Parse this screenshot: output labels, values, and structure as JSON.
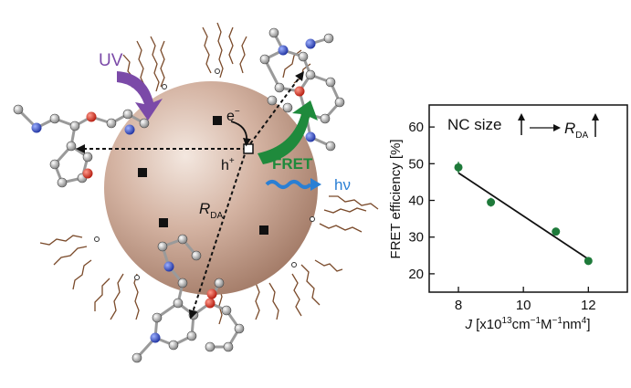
{
  "left_diagram": {
    "uv_label": "UV",
    "electron_label": "e",
    "electron_charge": "−",
    "hole_label": "h",
    "hole_charge": "+",
    "fret_label": "FRET",
    "emission_label": "hν",
    "distance_label": "R",
    "distance_sub": "DA",
    "colors": {
      "uv": "#7b4aa8",
      "fret": "#1f8a3c",
      "emission": "#2a7fd4",
      "nanocrystal": "#c8a592"
    }
  },
  "right_chart": {
    "annotation": {
      "lhs": "NC size",
      "rhs_main": "R",
      "rhs_sub": "DA"
    }
  },
  "chart_data": {
    "type": "scatter",
    "ylabel": "FRET efficiency [%]",
    "xlabel": {
      "var": "J",
      "text_a": " [x10",
      "exp1": "13",
      "text_b": "cm",
      "exp2": "−1",
      "text_c": "M",
      "exp3": "−1",
      "text_d": "nm",
      "exp4": "4",
      "text_e": "]"
    },
    "xlim": [
      7.1,
      13.2
    ],
    "ylim": [
      15,
      66
    ],
    "xticks": [
      8,
      10,
      12
    ],
    "yticks": [
      20,
      30,
      40,
      50,
      60
    ],
    "points": [
      {
        "x": 8.0,
        "y": 49,
        "err": 1.5
      },
      {
        "x": 9.0,
        "y": 39.5,
        "err": 1.2
      },
      {
        "x": 11.0,
        "y": 31.5,
        "err": 1.0
      },
      {
        "x": 12.0,
        "y": 23.5,
        "err": 0.8
      }
    ],
    "fit": [
      {
        "x": 8.0,
        "y": 47.5
      },
      {
        "x": 12.0,
        "y": 24
      }
    ],
    "marker_color": "#1e7a3a",
    "grid": false,
    "legend": "none"
  }
}
